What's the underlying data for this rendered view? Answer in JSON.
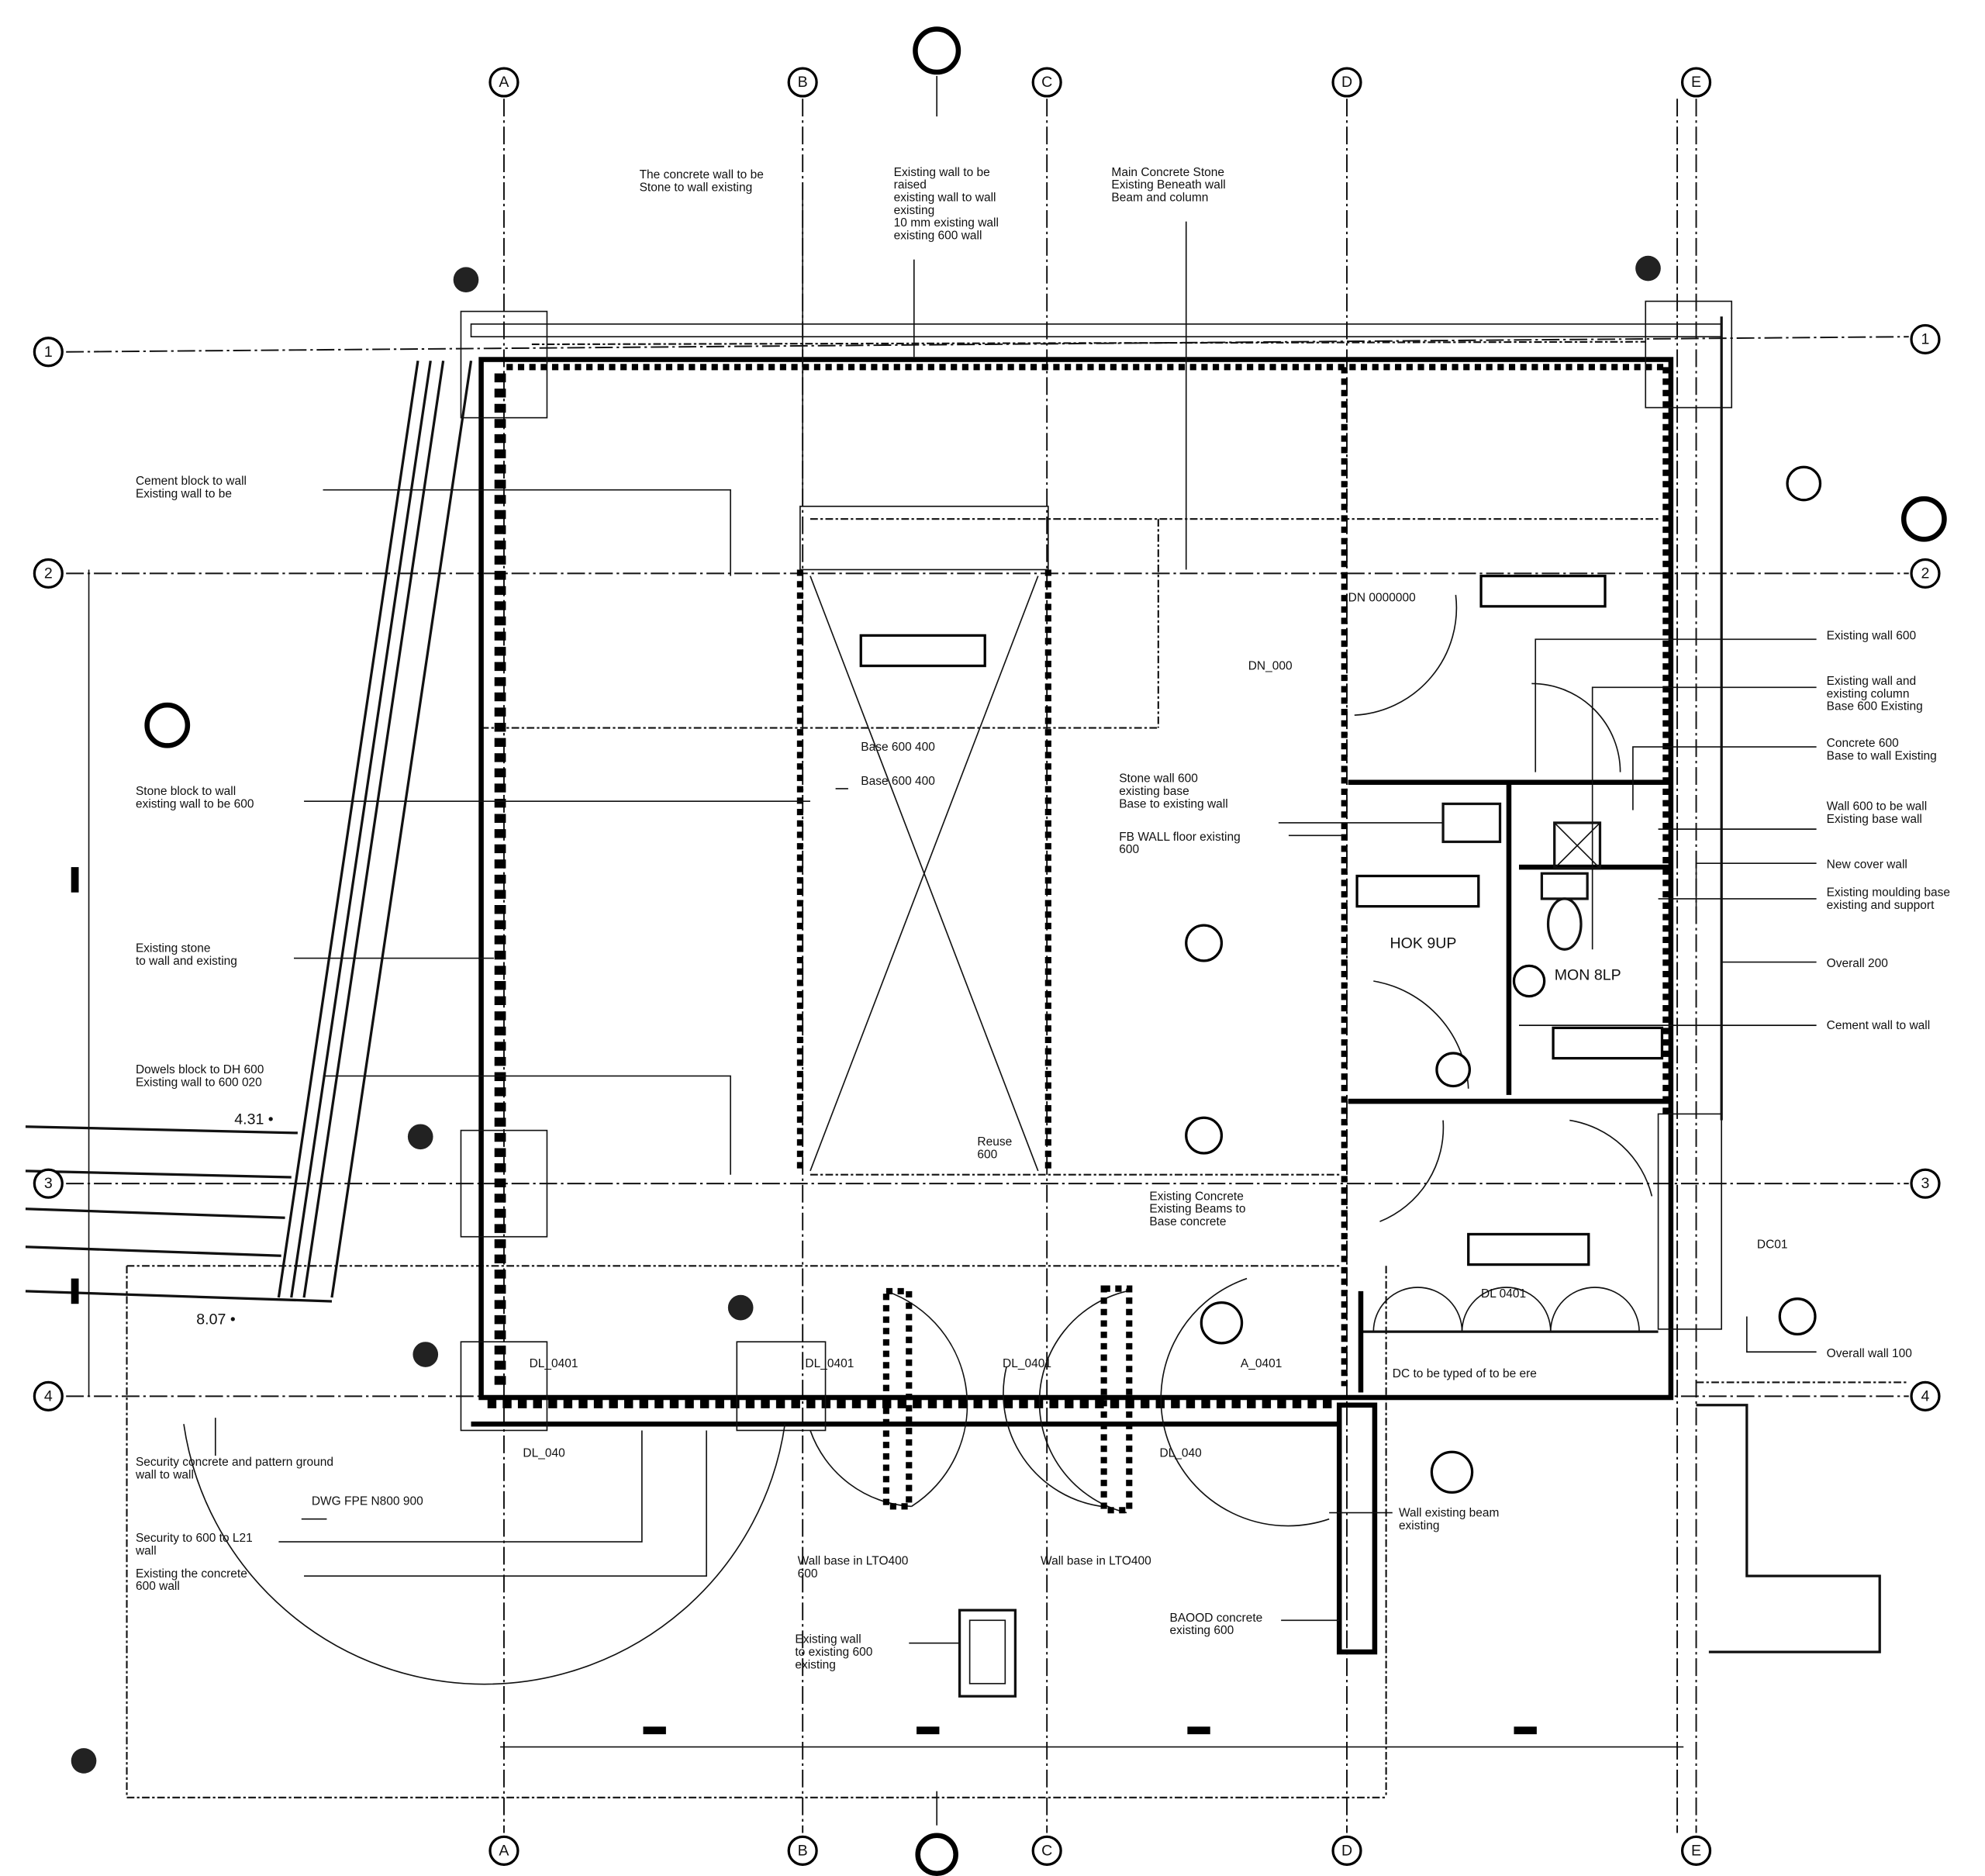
{
  "drawing": {
    "grid_columns": [
      "A",
      "B",
      "C",
      "D",
      "E"
    ],
    "grid_rows": [
      "1",
      "2",
      "3",
      "4"
    ],
    "elevations": [
      "4.31 •",
      "8.07 •"
    ],
    "rooms": [
      "HOK 9UP",
      "MON 8LP"
    ],
    "notes_top": [
      [
        "The concrete wall to be",
        "Stone to wall existing"
      ],
      [
        "Existing wall to be",
        "raised",
        "existing wall to wall",
        "existing",
        "10 mm existing wall",
        "existing 600 wall"
      ],
      [
        "Main Concrete Stone",
        "Existing Beneath wall",
        "Beam and column"
      ]
    ],
    "notes_left": [
      [
        "Cement block to wall",
        "Existing wall to be"
      ],
      [
        "Stone block to wall",
        "existing wall to be 600"
      ],
      [
        "Existing stone",
        "to wall and existing"
      ],
      [
        "Dowels block to DH 600",
        "Existing wall to 600 020"
      ],
      [
        "Security concrete and pattern ground",
        "wall to wall"
      ],
      [
        "DWG FPE N800 900"
      ],
      [
        "Security to 600 to L21",
        "wall"
      ],
      [
        "Existing the concrete",
        "600 wall"
      ]
    ],
    "notes_right": [
      [
        "Existing wall 600"
      ],
      [
        "Existing wall and",
        "existing column",
        "Base 600 Existing"
      ],
      [
        "Concrete 600",
        "Base to wall Existing"
      ],
      [
        "Wall 600 to be wall",
        "Existing base wall"
      ],
      [
        "New cover wall"
      ],
      [
        "Existing moulding base",
        "existing and support"
      ],
      [
        "Overall 200"
      ],
      [
        "Cement wall to wall"
      ],
      [
        "Overall wall 100"
      ]
    ],
    "notes_interior": [
      [
        "DN_000"
      ],
      [
        "Stone wall 600",
        "existing base",
        "Base to existing wall"
      ],
      [
        "FB WALL floor existing",
        "600"
      ],
      [
        "Base 600 400"
      ],
      [
        "Base 600 400"
      ],
      [
        "Existing Concrete",
        "Existing Beams to",
        "Base concrete"
      ],
      [
        "Reuse",
        "600"
      ],
      [
        "DL_0401"
      ],
      [
        "DL_0401"
      ],
      [
        "DL_0401"
      ],
      [
        "A_0401"
      ],
      [
        "DL_040"
      ],
      [
        "DL_040"
      ],
      [
        "DC to be typed of to be ere"
      ],
      [
        "Wall existing beam",
        "existing"
      ],
      [
        "Wall base in LTO400",
        "600"
      ],
      [
        "Wall base in LTO400"
      ],
      [
        "Existing wall",
        "to existing 600",
        "existing"
      ],
      [
        "BAOOD concrete",
        "existing 600"
      ],
      [
        "DC01"
      ],
      [
        "DL 0401"
      ],
      [
        "DN 0000000"
      ]
    ]
  }
}
